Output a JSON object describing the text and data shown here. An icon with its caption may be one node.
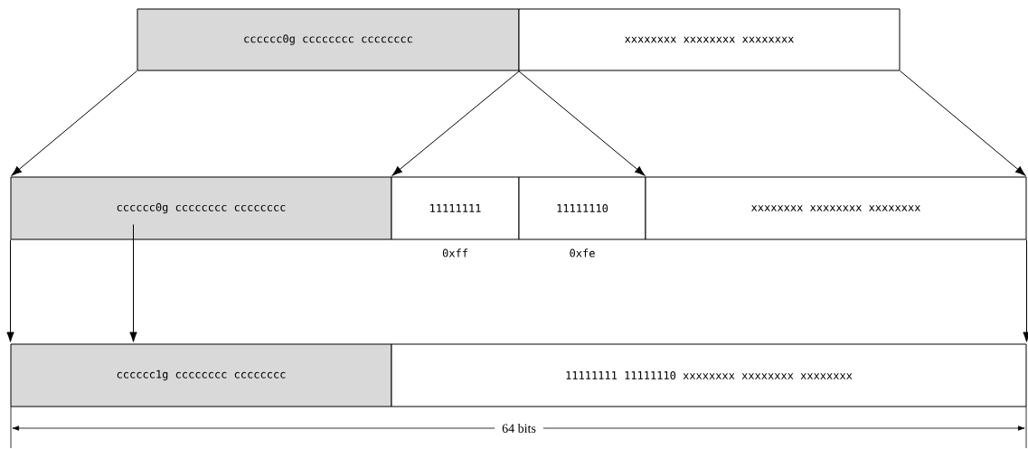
{
  "diagram": {
    "nodes": [
      {
        "text": [
          "cccccc0g cccccccc cccccccc"
        ]
      },
      {
        "text": [
          "xxxxxxxx xxxxxxxx xxxxxxxx"
        ]
      },
      {
        "text": [
          "cccccc0g cccccccc cccccccc"
        ]
      },
      {
        "text": [
          "11111111"
        ],
        "beside": [
          "0xff"
        ]
      },
      {
        "text": [
          "11111110"
        ],
        "beside": [
          "0xfe"
        ]
      },
      {
        "text": [
          "xxxxxxxx xxxxxxxx xxxxxxxx"
        ]
      },
      {
        "text": [
          "cccccc1g cccccccc cccccccc"
        ]
      },
      {
        "text": [
          "11111111 11111110 xxxxxxxx xxxxxxxx xxxxxxxx"
        ]
      }
    ],
    "edges": [
      {
        "from": 0,
        "to": 2,
        "arrow": "to"
      },
      {
        "from": 0,
        "to": 3,
        "arrow": "to"
      },
      {
        "from": 1,
        "to": 4,
        "arrow": "to"
      },
      {
        "from": 1,
        "to": 5,
        "arrow": "to"
      },
      {
        "from": 2,
        "to": 6,
        "arrow": "to"
      },
      {
        "from": 2,
        "to": 6,
        "arrow": "to"
      },
      {
        "from": 5,
        "to": 7,
        "arrow": "to"
      }
    ],
    "labels": [
      "64 bits"
    ]
  }
}
